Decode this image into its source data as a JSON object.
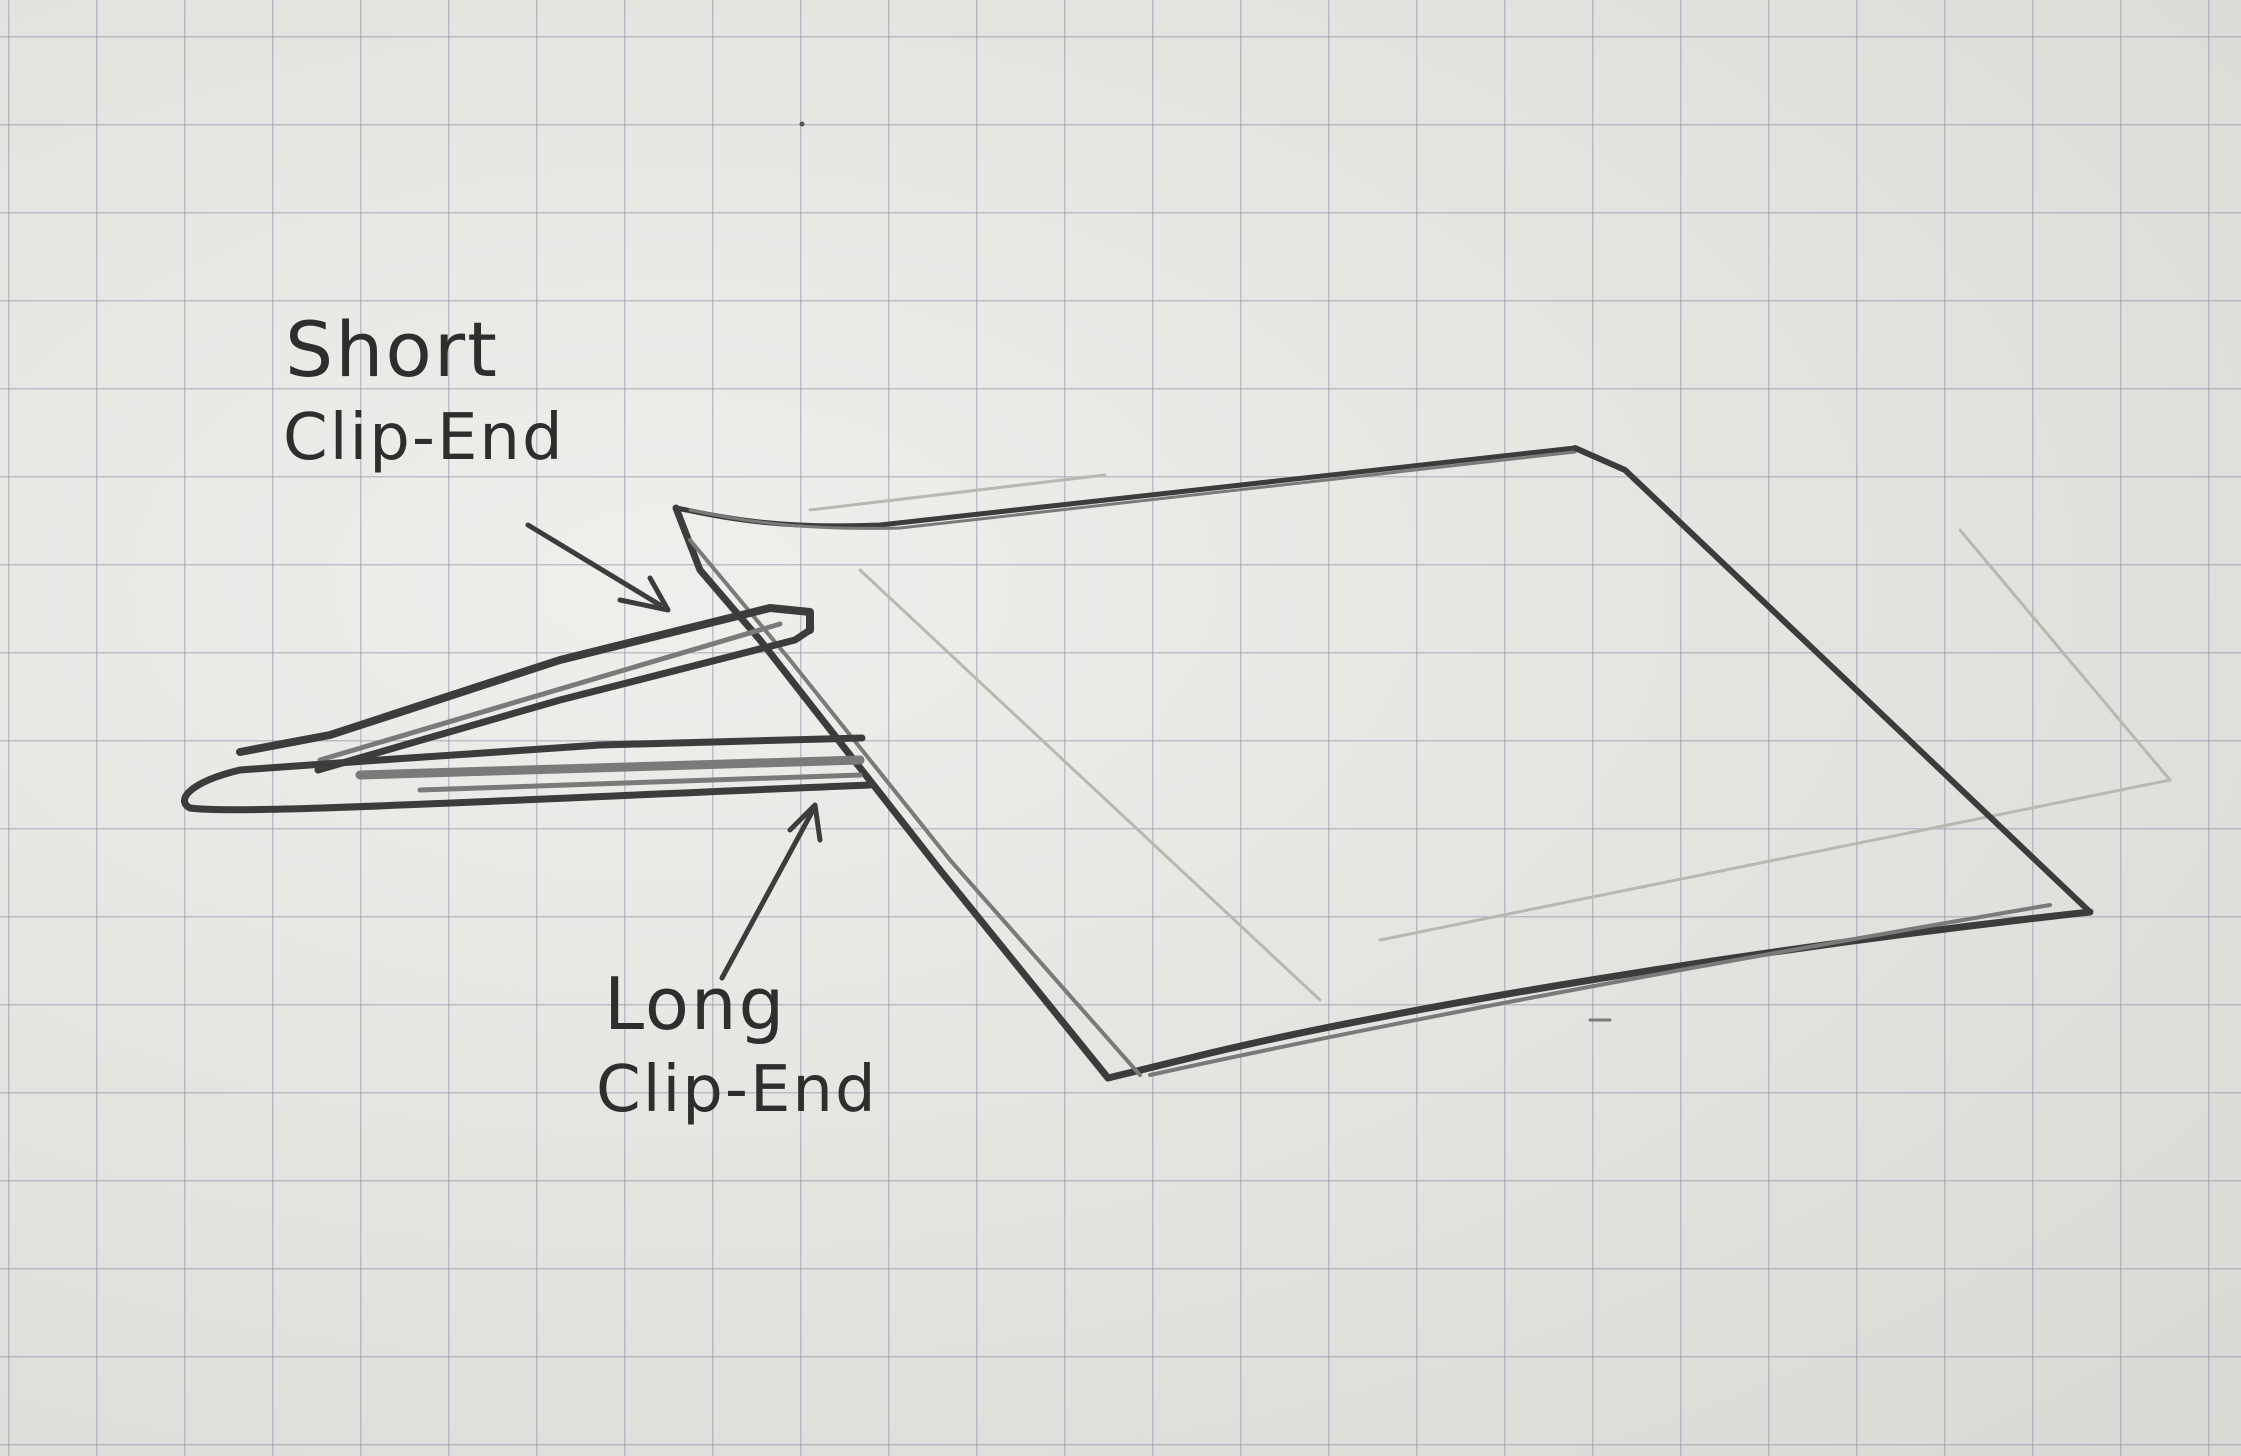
{
  "diagram": {
    "labels": {
      "short_clip_end": {
        "line1": "Short",
        "line2": "Clip-End"
      },
      "long_clip_end": {
        "line1": "Long",
        "line2": "Clip-End"
      }
    },
    "colors": {
      "paper": "#e8e6e2",
      "grid": "#9698af",
      "pencil": "#3c3c3c"
    }
  }
}
